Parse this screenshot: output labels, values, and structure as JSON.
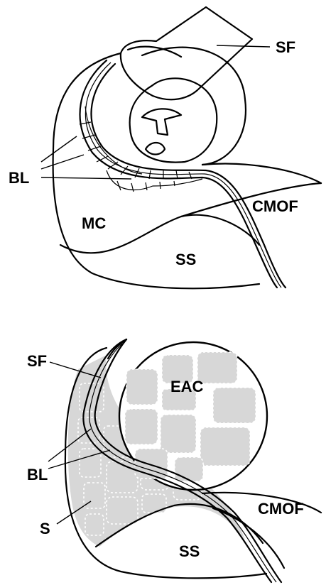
{
  "labels": {
    "top": {
      "sf": "SF",
      "bl": "BL",
      "cmof": "CMOF",
      "mc": "MC",
      "ss": "SS"
    },
    "bottom": {
      "sf": "SF",
      "eac": "EAC",
      "bl": "BL",
      "cmof": "CMOF",
      "s": "S",
      "ss": "SS"
    }
  },
  "colors": {
    "ink": "#000000",
    "cell_fill": "#d7d7d7",
    "background": "#ffffff"
  }
}
